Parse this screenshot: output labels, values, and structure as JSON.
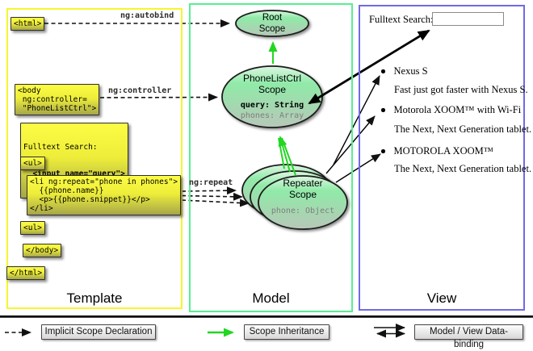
{
  "template_panel": {
    "title": "Template",
    "boxes": {
      "html_open": "<html>",
      "body_open": "<body\n ng:controller=\n \"PhoneListCtrl\">",
      "fulltext_label": "Fulltext Search:",
      "fulltext_input": "  <input name=\"query\">",
      "ul_open": "<ul>",
      "li_repeat": "<li ng:repeat=\"phone in phones\">\n  {{phone.name}}\n  <p>{{phone.snippet}}</p>\n</li>",
      "ul_close": "<ul>",
      "body_close": "</body>",
      "html_close": "</html>"
    },
    "arrow_labels": {
      "autobind": "ng:autobind",
      "controller": "ng:controller",
      "repeat": "ng:repeat"
    }
  },
  "model_panel": {
    "title": "Model",
    "root_scope": {
      "label": "Root\nScope"
    },
    "phonelist_scope": {
      "label": "PhoneListCtrl\nScope",
      "prop_query": "query: String",
      "prop_phones": "phones: Array"
    },
    "repeater_scope": {
      "label": "Repeater\nScope",
      "prop_phone": "phone: Object"
    }
  },
  "view_panel": {
    "title": "View",
    "search_label": "Fulltext Search:",
    "search_value": "",
    "items": [
      {
        "title": "Nexus S",
        "snippet": "Fast just got faster with Nexus S."
      },
      {
        "title": "Motorola XOOM™ with Wi-Fi",
        "snippet": "The Next, Next Generation tablet."
      },
      {
        "title": "MOTOROLA XOOM™",
        "snippet": "The Next, Next Generation tablet."
      }
    ]
  },
  "legend": {
    "implicit": "Implicit Scope Declaration",
    "inheritance": "Scope Inheritance",
    "binding": "Model / View Data-binding"
  },
  "colors": {
    "panel_template_border": "#f6f62e",
    "panel_model_border": "#58ee93",
    "panel_view_border": "#706ae6",
    "code_box_top": "#fcfc45",
    "code_box_bottom": "#a6a64a",
    "scope_ellipse_top": "#8feaa7",
    "scope_ellipse_bottom": "#b7c7b8",
    "inheritance_arrow": "#22d622",
    "arrow_black": "#111111"
  }
}
